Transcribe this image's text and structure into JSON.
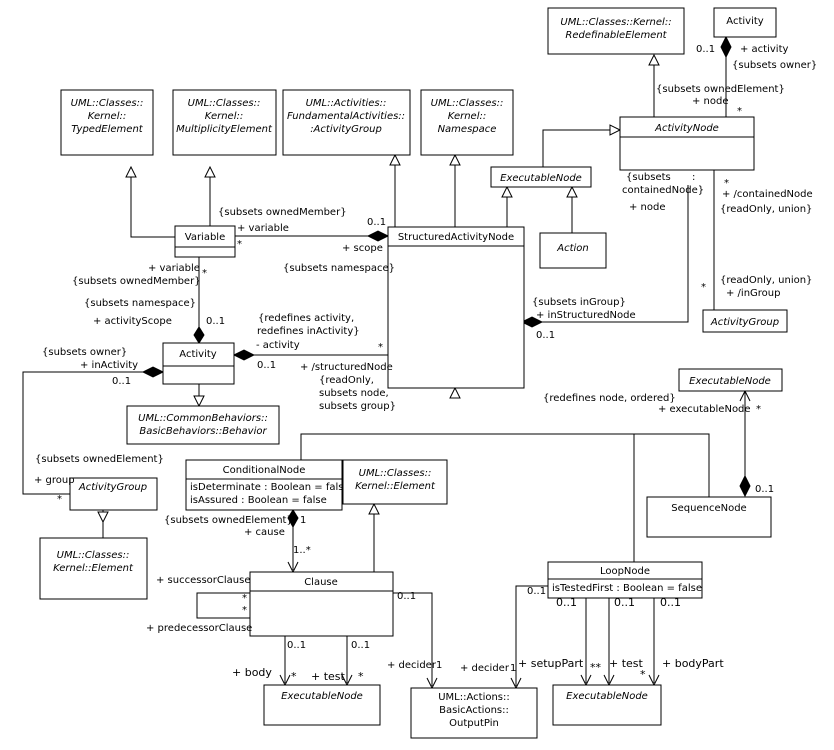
{
  "diagram": {
    "classes": {
      "redefinable_element": [
        "UML::Classes::Kernel::",
        "RedefinableElement"
      ],
      "activity_top": "Activity",
      "typed_element": [
        "UML::Classes::",
        "Kernel::",
        "TypedElement"
      ],
      "multiplicity_element": [
        "UML::Classes::",
        "Kernel::",
        "MultiplicityElement"
      ],
      "activity_group_fund": [
        "UML::Activities::",
        "FundamentalActivities::",
        ":ActivityGroup"
      ],
      "namespace": [
        "UML::Classes::",
        "Kernel::",
        "Namespace"
      ],
      "activity_node": "ActivityNode",
      "executable_node_top": "ExecutableNode",
      "variable": "Variable",
      "structured_activity_node": "StructuredActivityNode",
      "action": "Action",
      "activity_group_right": "ActivityGroup",
      "activity_mid": "Activity",
      "behavior": [
        "UML::CommonBehaviors::",
        "BasicBehaviors::Behavior"
      ],
      "executable_node_right": "ExecutableNode",
      "conditional_node": {
        "name": "ConditionalNode",
        "attrs": [
          "isDeterminate : Boolean = false",
          "isAssured : Boolean = false"
        ]
      },
      "element_mid": [
        "UML::Classes::",
        "Kernel::Element"
      ],
      "activity_group_left": "ActivityGroup",
      "element_left": [
        "UML::Classes::",
        "Kernel::Element"
      ],
      "sequence_node": "SequenceNode",
      "loop_node": {
        "name": "LoopNode",
        "attrs": [
          "isTestedFirst : Boolean = false"
        ]
      },
      "clause": "Clause",
      "executable_node_bottom_left": "ExecutableNode",
      "output_pin": [
        "UML::Actions::",
        "BasicActions::",
        "OutputPin"
      ],
      "executable_node_bottom_right": "ExecutableNode"
    },
    "labels": {
      "activity_activity": [
        "+ activity",
        "{subsets owner}"
      ],
      "activity_activity_mult": "0..1",
      "node_owned": [
        "{subsets ownedElement}",
        "+ node"
      ],
      "node_star": "*",
      "variable_owned_member": "{subsets ownedMember}",
      "variable_role": "+ variable",
      "variable_star": "*",
      "scope_mult": "0..1",
      "scope_role": "+ scope",
      "subsets_namespace_1": "{subsets namespace}",
      "contained_node_left": [
        "{subsets",
        "containedNode}",
        "+ node"
      ],
      "contained_node_colon": ":",
      "contained_node_right": [
        "*",
        "+ /containedNode",
        "{readOnly, union}"
      ],
      "variable_bottom": [
        "+ variable",
        "{subsets ownedMember}"
      ],
      "variable_bottom_star": "*",
      "subsets_namespace_2": "{subsets namespace}",
      "activity_scope": "+ activityScope",
      "activity_scope_mult": "0..1",
      "redefines_activity": [
        "{redefines activity,",
        "redefines inActivity}",
        "- activity"
      ],
      "structured_star": "*",
      "activity_mult_right": "0..1",
      "structured_node_role": [
        "+ /structuredNode",
        "{readOnly,",
        "subsets node,",
        "subsets group}"
      ],
      "in_group": [
        "{readOnly, union}",
        "+ /inGroup"
      ],
      "in_group_star": "*",
      "in_structured": [
        "{subsets inGroup}",
        "+ inStructuredNode"
      ],
      "in_structured_mult": "0..1",
      "in_activity": [
        "{subsets owner}",
        "+ inActivity"
      ],
      "in_activity_mult": "0..1",
      "group_owned": "{subsets ownedElement}",
      "group_role": "+ group",
      "group_star": "*",
      "sequence_redefines": [
        "{redefines node, ordered}",
        "+ executableNode"
      ],
      "sequence_star": "*",
      "sequence_mult": "0..1",
      "cause_owned": "{subsets ownedElement}",
      "cause_role": "+ cause",
      "cause_one": "1",
      "cause_mult": "1..*",
      "successor_clause": "+ successorClause",
      "clause_star_1": "*",
      "clause_star_2": "*",
      "predecessor_clause": "+ predecessorClause",
      "clause_mult_1": "0..1",
      "clause_mult_2": "0..1",
      "clause_mult_3": "0..1",
      "body_role": "+ body",
      "body_star": "*",
      "test_role": "+ test",
      "test_star": "*",
      "decider_role": "+ decider",
      "decider_one": "1",
      "loop_mult_left": "0..1",
      "loop_decider_role": "+ decider",
      "loop_decider_one": "1",
      "setup_part": "+ setupPart",
      "loop_stars": "**",
      "loop_test": "+ test",
      "body_part": "+ bodyPart",
      "body_part_star": "*",
      "loop_mult_1": "0..1",
      "loop_mult_2": "0..1",
      "loop_mult_3": "0..1"
    }
  }
}
